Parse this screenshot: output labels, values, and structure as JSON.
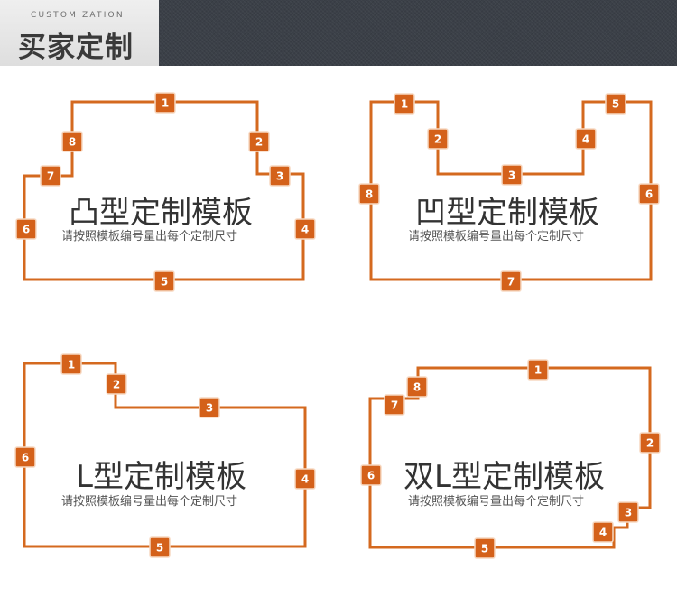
{
  "header": {
    "subtitle": "CUSTOMIZATION",
    "title": "买家定制"
  },
  "templates": [
    {
      "title": "凸型定制模板",
      "description": "请按照模板编号量出每个定制尺寸",
      "badges": [
        "1",
        "2",
        "3",
        "4",
        "5",
        "6",
        "7",
        "8"
      ]
    },
    {
      "title": "凹型定制模板",
      "description": "请按照模板编号量出每个定制尺寸",
      "badges": [
        "1",
        "2",
        "3",
        "4",
        "5",
        "6",
        "7",
        "8"
      ]
    },
    {
      "title": "L型定制模板",
      "description": "请按照模板编号量出每个定制尺寸",
      "badges": [
        "1",
        "2",
        "3",
        "4",
        "5",
        "6"
      ]
    },
    {
      "title": "双L型定制模板",
      "description": "请按照模板编号量出每个定制尺寸",
      "badges": [
        "1",
        "2",
        "3",
        "4",
        "5",
        "6",
        "7",
        "8"
      ]
    }
  ],
  "colors": {
    "accent": "#d4611a",
    "outline": "#d4691f",
    "text": "#333333"
  }
}
